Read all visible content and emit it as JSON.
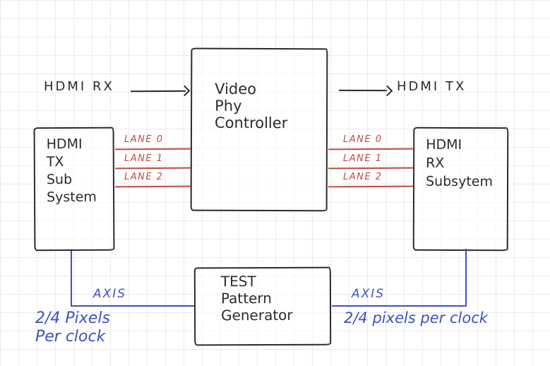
{
  "diagram_title": "Video Phy Controller loopback block diagram (hand-drawn)",
  "colors": {
    "ink": "#2b2b2b",
    "lane_red": "#c04a43",
    "axis_blue": "#3f51c1",
    "grid": "#ebebeb",
    "background": "#ffffff"
  },
  "blocks": {
    "video_phy_controller": {
      "lines": [
        "Video",
        "Phy",
        "Controller"
      ]
    },
    "hdmi_tx_subsystem": {
      "lines": [
        "HDMI",
        "TX",
        "Sub",
        "System"
      ]
    },
    "hdmi_rx_subsystem": {
      "lines": [
        "HDMI",
        "RX",
        "Subsytem"
      ]
    },
    "test_pattern_generator": {
      "lines": [
        "TEST",
        "Pattern",
        "Generator"
      ]
    }
  },
  "labels": {
    "hdmi_rx": "HDMI RX",
    "hdmi_tx": "HDMI TX",
    "lanes_left": [
      "LANE 0",
      "LANE 1",
      "LANE 2"
    ],
    "lanes_right": [
      "LANE 0",
      "LANE 1",
      "LANE 2"
    ],
    "axis_left": "AXIS",
    "axis_right": "AXIS",
    "pixels_left": [
      "2/4 Pixels",
      "Per clock"
    ],
    "pixels_right": "2/4 pixels per clock"
  }
}
